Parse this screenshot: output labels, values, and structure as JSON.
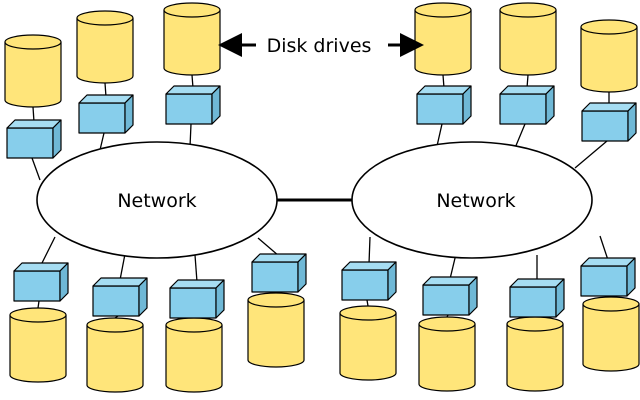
{
  "diagram": {
    "networks": [
      {
        "label": "Network"
      },
      {
        "label": "Network"
      }
    ],
    "annotation": {
      "label": "Disk drives"
    },
    "colors": {
      "disk": "#FFE57A",
      "controller": "#87CEEB",
      "outline": "#000000",
      "background": "#FFFFFF"
    }
  }
}
